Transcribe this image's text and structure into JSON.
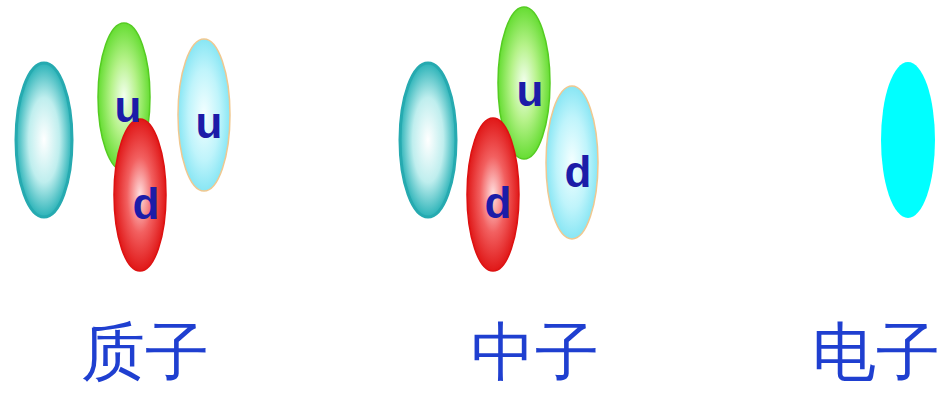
{
  "diagram": {
    "nodes": [
      {
        "text": [
          "u"
        ]
      },
      {
        "text": [
          "d"
        ]
      },
      {
        "text": [
          "u"
        ]
      },
      {
        "text": [
          "u"
        ]
      },
      {
        "text": [
          "d"
        ]
      },
      {
        "text": [
          "d"
        ]
      }
    ],
    "labels": [
      "质子",
      "中子",
      "电子"
    ]
  }
}
